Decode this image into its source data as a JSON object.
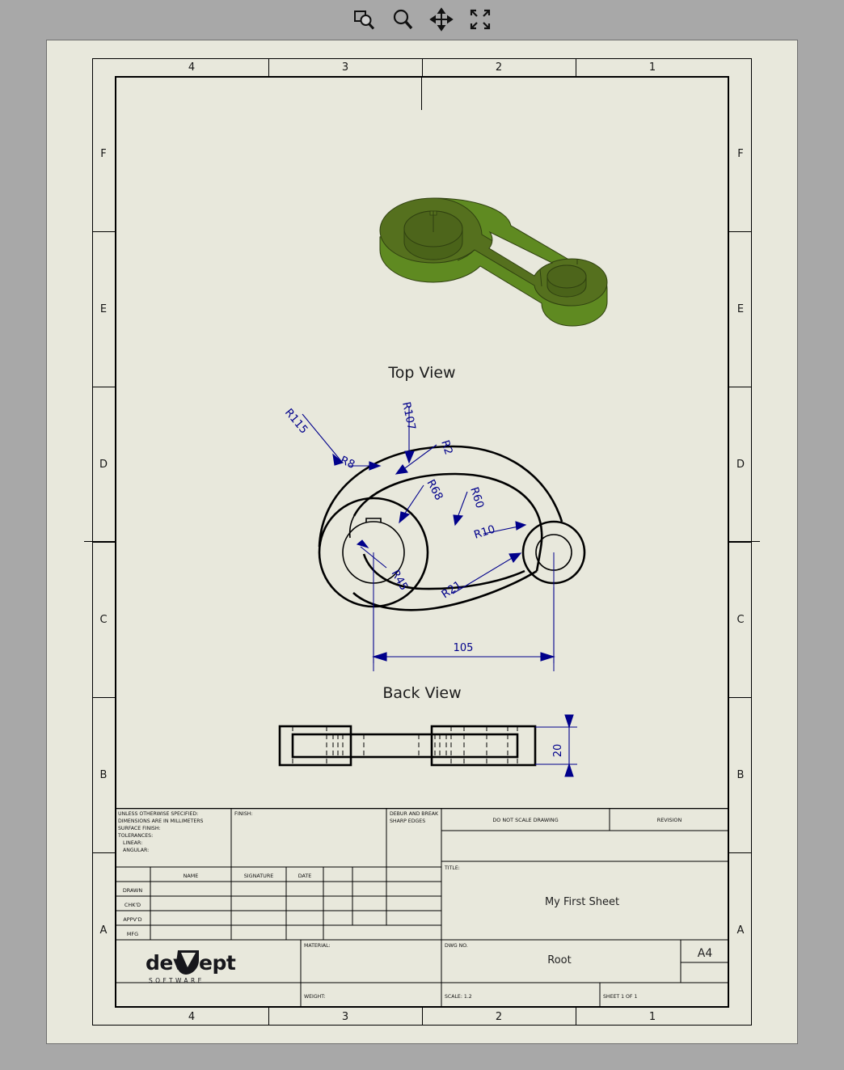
{
  "app": {
    "background_color": "#a8a8a8",
    "sheet_color": "#e8e8dc"
  },
  "toolbar": {
    "buttons": [
      {
        "name": "zoom-window-icon",
        "label": "Zoom Window",
        "icon": "zoom-window-icon"
      },
      {
        "name": "zoom-icon",
        "label": "Zoom",
        "icon": "magnifier-icon"
      },
      {
        "name": "pan-icon",
        "label": "Pan",
        "icon": "pan-arrows-icon"
      },
      {
        "name": "zoom-fit-icon",
        "label": "Zoom Fit",
        "icon": "expand-corners-icon"
      }
    ]
  },
  "sheet": {
    "format": "A4",
    "zones_top": [
      "4",
      "3",
      "2",
      "1"
    ],
    "zones_bottom": [
      "4",
      "3",
      "2",
      "1"
    ],
    "zones_left": [
      "F",
      "E",
      "D",
      "C",
      "B",
      "A"
    ],
    "zones_right": [
      "F",
      "E",
      "D",
      "C",
      "B",
      "A"
    ]
  },
  "model": {
    "name": "rocker-arm-3d-model",
    "top_face_color": "#55701e",
    "side_face_color": "#5f8a21",
    "bore_color": "#4d651b",
    "edge_color": "#2d3d10"
  },
  "views": [
    {
      "name": "top-view",
      "label": "Top View"
    },
    {
      "name": "back-view",
      "label": "Back View"
    }
  ],
  "dimensions": {
    "color": "#00008b",
    "linear": [
      {
        "name": "dim-105",
        "value": "105",
        "orientation": "horizontal"
      },
      {
        "name": "dim-20",
        "value": "20",
        "orientation": "vertical"
      }
    ],
    "radii": [
      {
        "name": "radius-r115",
        "value": "R115"
      },
      {
        "name": "radius-r107",
        "value": "R107"
      },
      {
        "name": "radius-r8",
        "value": "R8"
      },
      {
        "name": "radius-r2",
        "value": "R2"
      },
      {
        "name": "radius-r68",
        "value": "R68"
      },
      {
        "name": "radius-r60",
        "value": "R60"
      },
      {
        "name": "radius-r45",
        "value": "R45"
      },
      {
        "name": "radius-r10",
        "value": "R10"
      },
      {
        "name": "radius-r21",
        "value": "R21"
      }
    ]
  },
  "title_block": {
    "notes": {
      "line1": "UNLESS OTHERWISE SPECIFIED:",
      "line2": "DIMENSIONS ARE IN MILLIMETERS",
      "line3": "SURFACE FINISH:",
      "line4": "TOLERANCES:",
      "line5": "LINEAR:",
      "line6": "ANGULAR:"
    },
    "finish_label": "FINISH:",
    "deburr_line1": "DEBUR AND BREAK",
    "deburr_line2": "SHARP EDGES",
    "do_not_scale": "DO NOT SCALE DRAWING",
    "revision": "REVISION",
    "signature_header": {
      "name": "NAME",
      "signature": "SIGNATURE",
      "date": "DATE"
    },
    "roles": [
      "DRAWN",
      "CHK'D",
      "APPV'D",
      "MFG"
    ],
    "title_label": "TITLE:",
    "title_value": "My First Sheet",
    "material_label": "MATERIAL:",
    "material_value": "",
    "dwg_no_label": "DWG NO.",
    "dwg_no_value": "Root",
    "size_value": "A4",
    "weight_label": "WEIGHT:",
    "weight_value": "",
    "scale_label": "SCALE: 1.2",
    "sheet_label": "SHEET 1 OF 1",
    "logo": {
      "text_left": "dev",
      "text_right": "ept",
      "subtitle": "SOFTWARE"
    }
  }
}
